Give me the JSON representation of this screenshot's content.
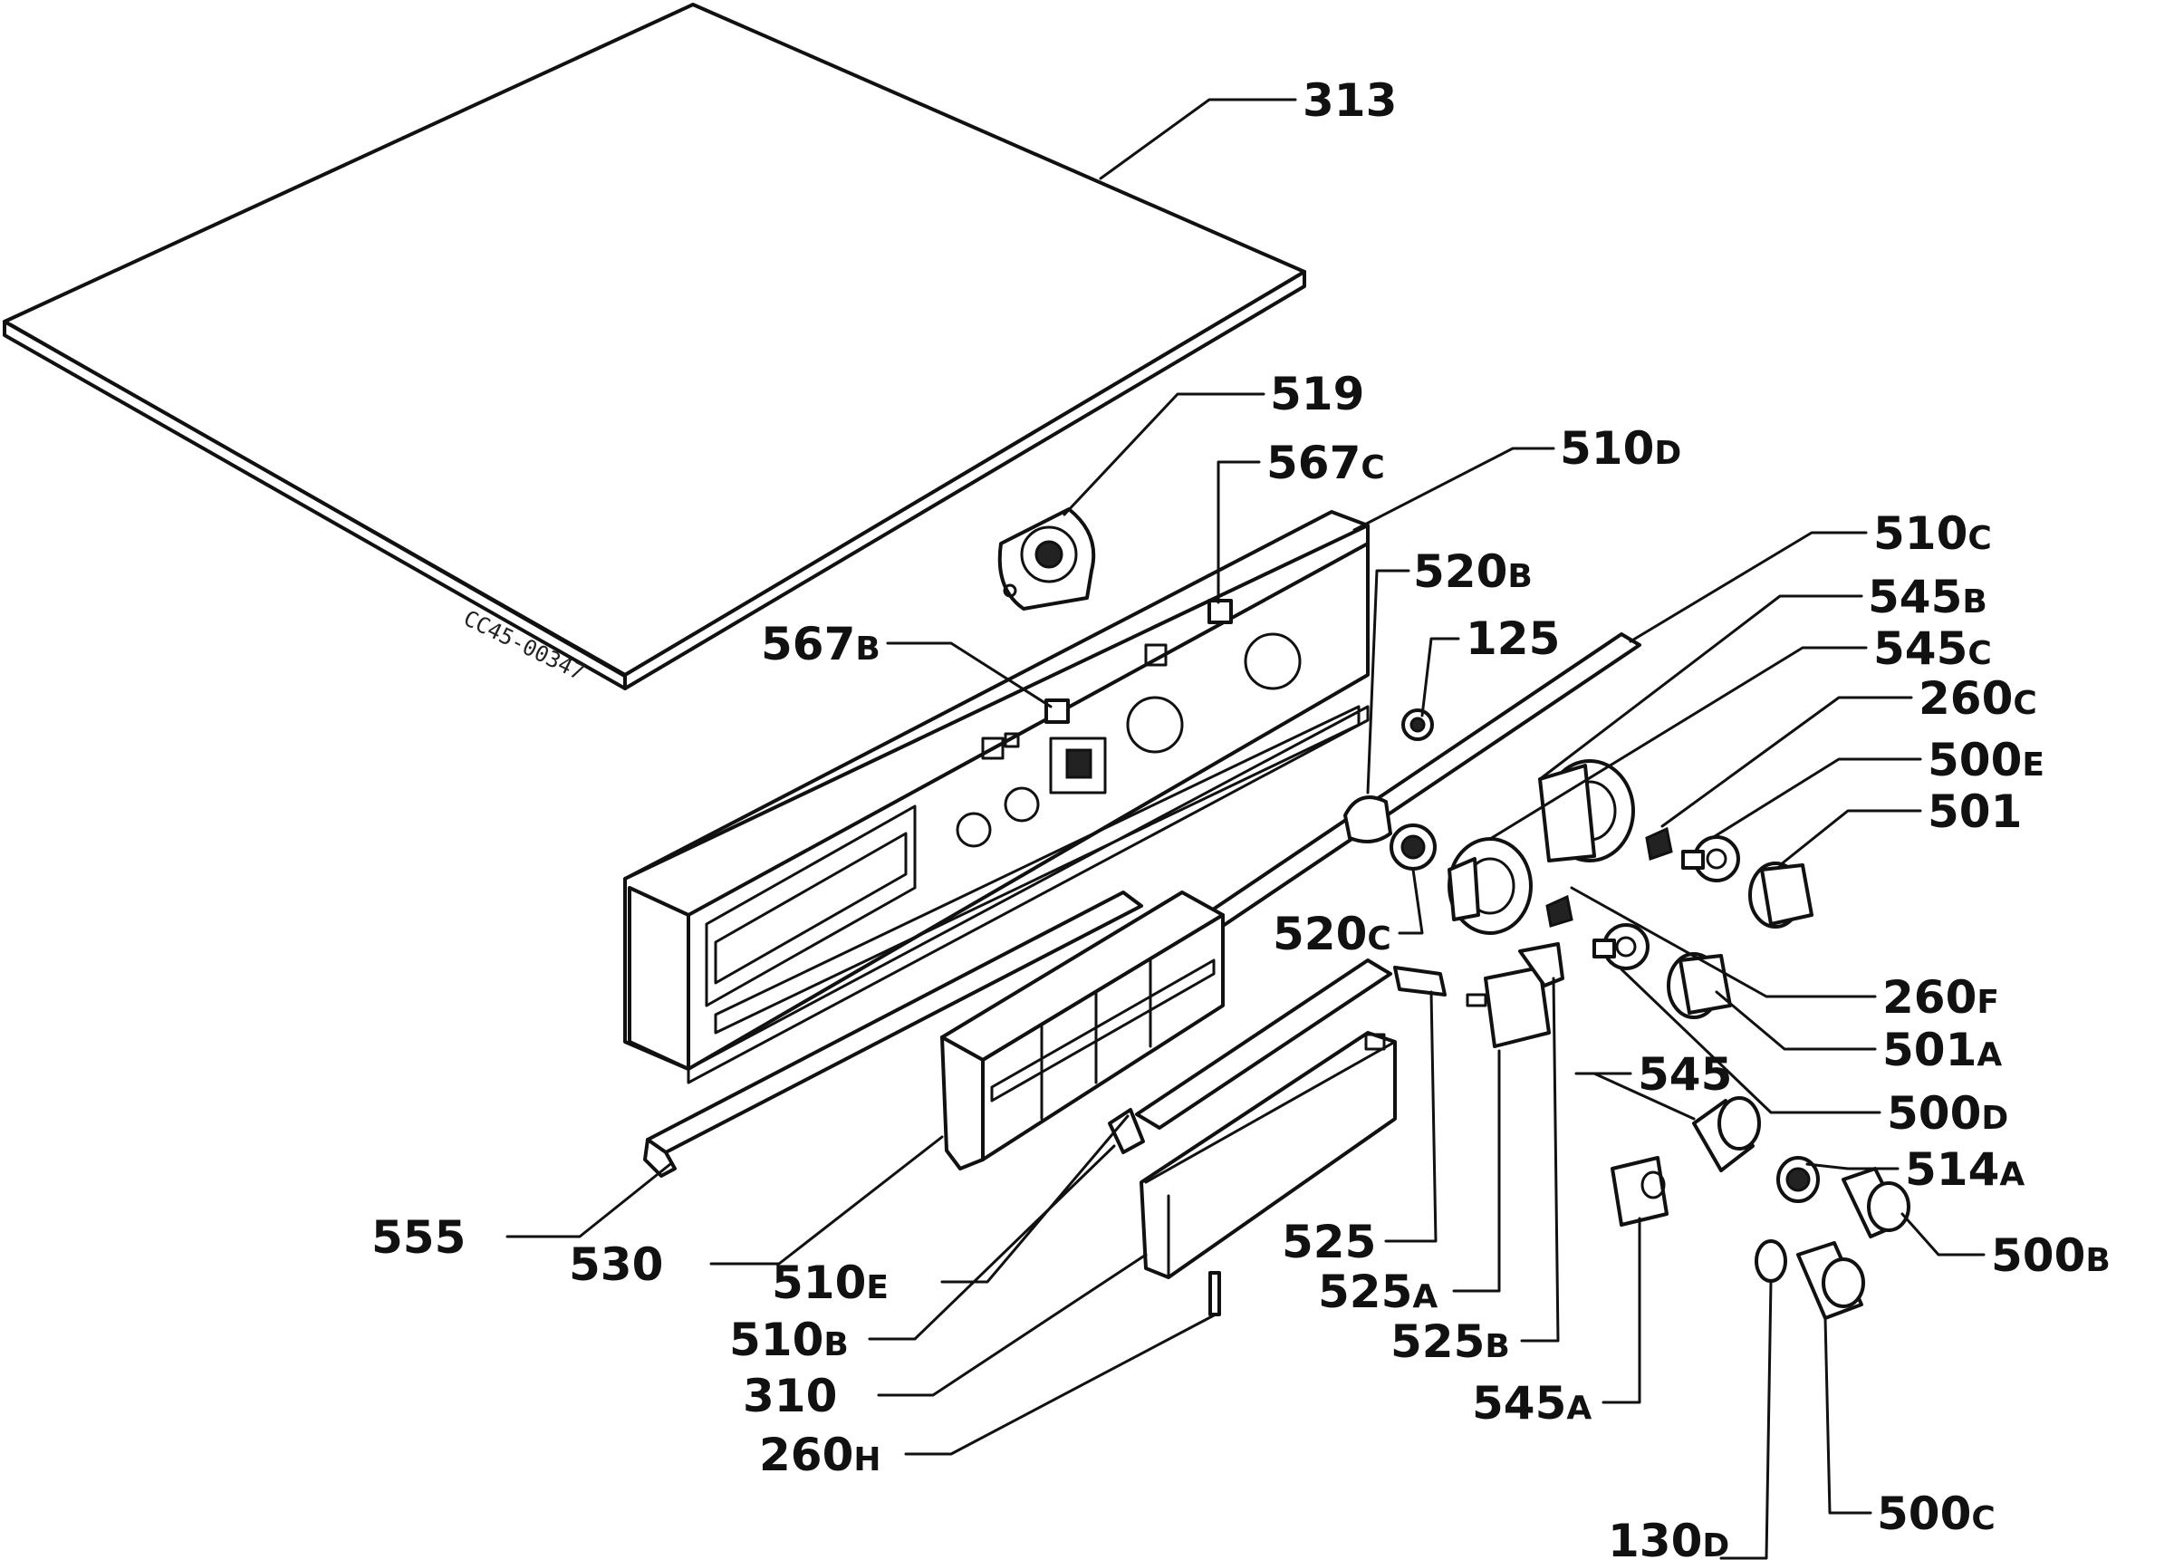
{
  "drawing_code": "CC45-00347",
  "labels": {
    "l313": {
      "num": "313",
      "sfx": ""
    },
    "l519": {
      "num": "519",
      "sfx": ""
    },
    "l567c": {
      "num": "567",
      "sfx": "C"
    },
    "l510d": {
      "num": "510",
      "sfx": "D"
    },
    "l520b": {
      "num": "520",
      "sfx": "B"
    },
    "l510c": {
      "num": "510",
      "sfx": "C"
    },
    "l567b": {
      "num": "567",
      "sfx": "B"
    },
    "l125": {
      "num": "125",
      "sfx": ""
    },
    "l545b": {
      "num": "545",
      "sfx": "B"
    },
    "l545c": {
      "num": "545",
      "sfx": "C"
    },
    "l260c": {
      "num": "260",
      "sfx": "C"
    },
    "l500e": {
      "num": "500",
      "sfx": "E"
    },
    "l501": {
      "num": "501",
      "sfx": ""
    },
    "l520c": {
      "num": "520",
      "sfx": "C"
    },
    "l260f": {
      "num": "260",
      "sfx": "F"
    },
    "l501a": {
      "num": "501",
      "sfx": "A"
    },
    "l545": {
      "num": "545",
      "sfx": ""
    },
    "l500d": {
      "num": "500",
      "sfx": "D"
    },
    "l514a": {
      "num": "514",
      "sfx": "A"
    },
    "l555": {
      "num": "555",
      "sfx": ""
    },
    "l525": {
      "num": "525",
      "sfx": ""
    },
    "l500b": {
      "num": "500",
      "sfx": "B"
    },
    "l530": {
      "num": "530",
      "sfx": ""
    },
    "l510e": {
      "num": "510",
      "sfx": "E"
    },
    "l525a": {
      "num": "525",
      "sfx": "A"
    },
    "l510b": {
      "num": "510",
      "sfx": "B"
    },
    "l525b": {
      "num": "525",
      "sfx": "B"
    },
    "l310": {
      "num": "310",
      "sfx": ""
    },
    "l545a": {
      "num": "545",
      "sfx": "A"
    },
    "l260h": {
      "num": "260",
      "sfx": "H"
    },
    "l500c": {
      "num": "500",
      "sfx": "C"
    },
    "l130d": {
      "num": "130",
      "sfx": "D"
    }
  }
}
